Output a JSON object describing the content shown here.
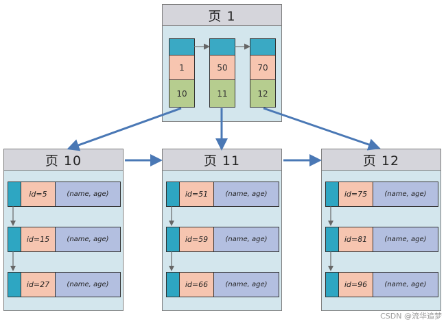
{
  "root": {
    "title": "页 1",
    "entries": [
      {
        "key": "1",
        "page": "10"
      },
      {
        "key": "50",
        "page": "11"
      },
      {
        "key": "70",
        "page": "12"
      }
    ]
  },
  "leaves": [
    {
      "title": "页 10",
      "records": [
        {
          "id": "id=5",
          "data": "(name, age)"
        },
        {
          "id": "id=15",
          "data": "(name, age)"
        },
        {
          "id": "id=27",
          "data": "(name, age)"
        }
      ]
    },
    {
      "title": "页 11",
      "records": [
        {
          "id": "id=51",
          "data": "(name, age)"
        },
        {
          "id": "id=59",
          "data": "(name, age)"
        },
        {
          "id": "id=66",
          "data": "(name, age)"
        }
      ]
    },
    {
      "title": "页 12",
      "records": [
        {
          "id": "id=75",
          "data": "(name, age)"
        },
        {
          "id": "id=81",
          "data": "(name, age)"
        },
        {
          "id": "id=96",
          "data": "(name, age)"
        }
      ]
    }
  ],
  "watermark": "CSDN @流华追梦",
  "colors": {
    "page_bg": "#d3e6ed",
    "header_bg": "#d5d5db",
    "pointer": "#3aa9c4",
    "key": "#f7c5b0",
    "page_no": "#b6cd8f",
    "row_data": "#b3bfe0",
    "arrow": "#4a78b5"
  }
}
